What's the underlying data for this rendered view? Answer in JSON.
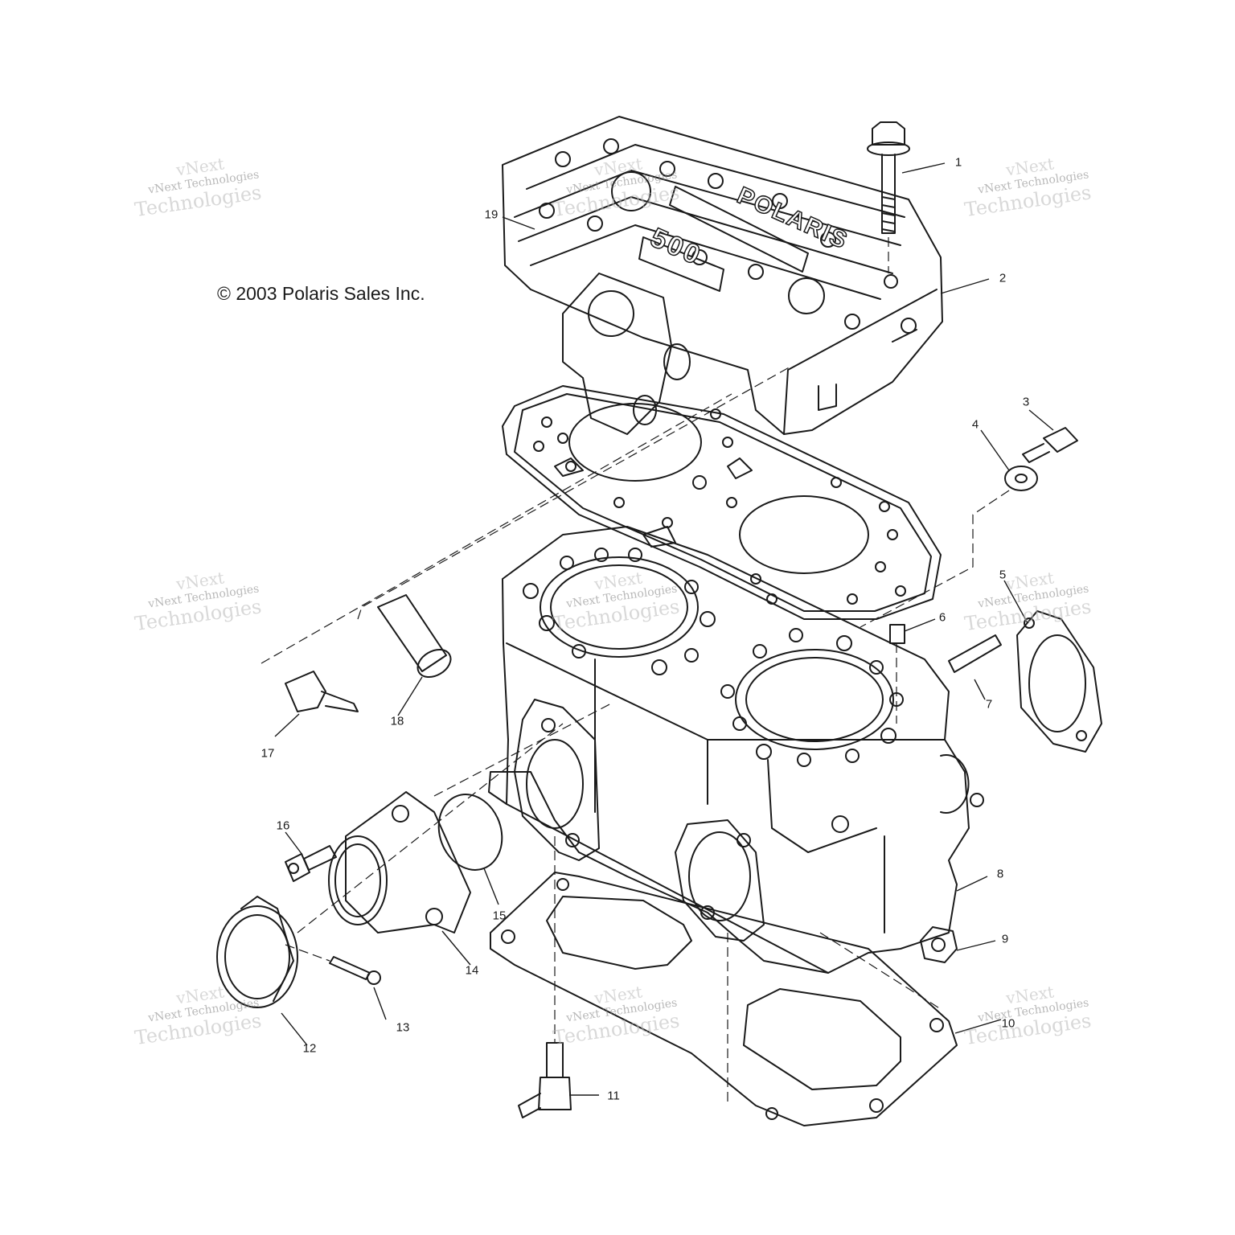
{
  "copyright": "© 2003 Polaris Sales Inc.",
  "callouts": [
    "1",
    "2",
    "3",
    "4",
    "5",
    "6",
    "7",
    "8",
    "9",
    "10",
    "11",
    "12",
    "13",
    "14",
    "15",
    "16",
    "17",
    "18",
    "19"
  ],
  "watermark": {
    "line1": "vNext",
    "line2": "vNext Technologies",
    "line3": "Technologies"
  },
  "cover_emboss": {
    "brand": "POLARIS",
    "model": "500"
  },
  "colors": {
    "line": "#1a1a1a",
    "watermark": "#b9b9b9"
  }
}
